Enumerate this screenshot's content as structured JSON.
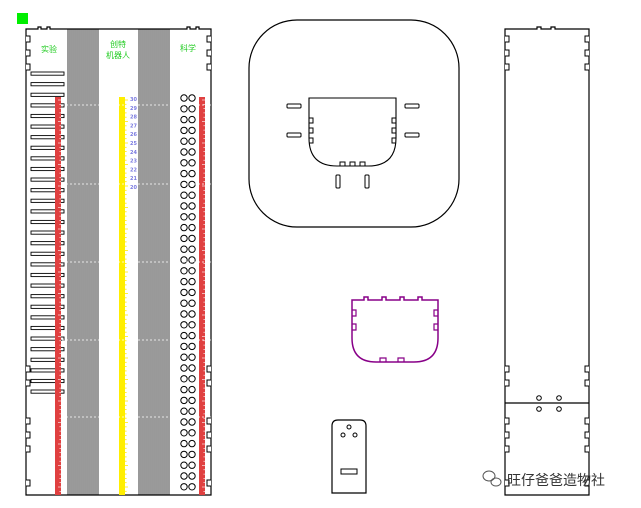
{
  "labels": {
    "left": "实验",
    "middle_line1": "创特",
    "middle_line2": "机器人",
    "right": "科学"
  },
  "scale_numbers": [
    "30",
    "29",
    "28",
    "27",
    "26",
    "25",
    "24",
    "23",
    "22",
    "21",
    "20"
  ],
  "watermark": {
    "text": "旺仔爸爸造物社",
    "icon": "wechat-icon"
  },
  "colors": {
    "outline": "#000000",
    "red_rule": "#e04040",
    "yellow_rule": "#ffee00",
    "green_text": "#22cc22",
    "blue_numbers": "#7a7ae0",
    "purple_part": "#880088",
    "marker": "#00ee00"
  }
}
